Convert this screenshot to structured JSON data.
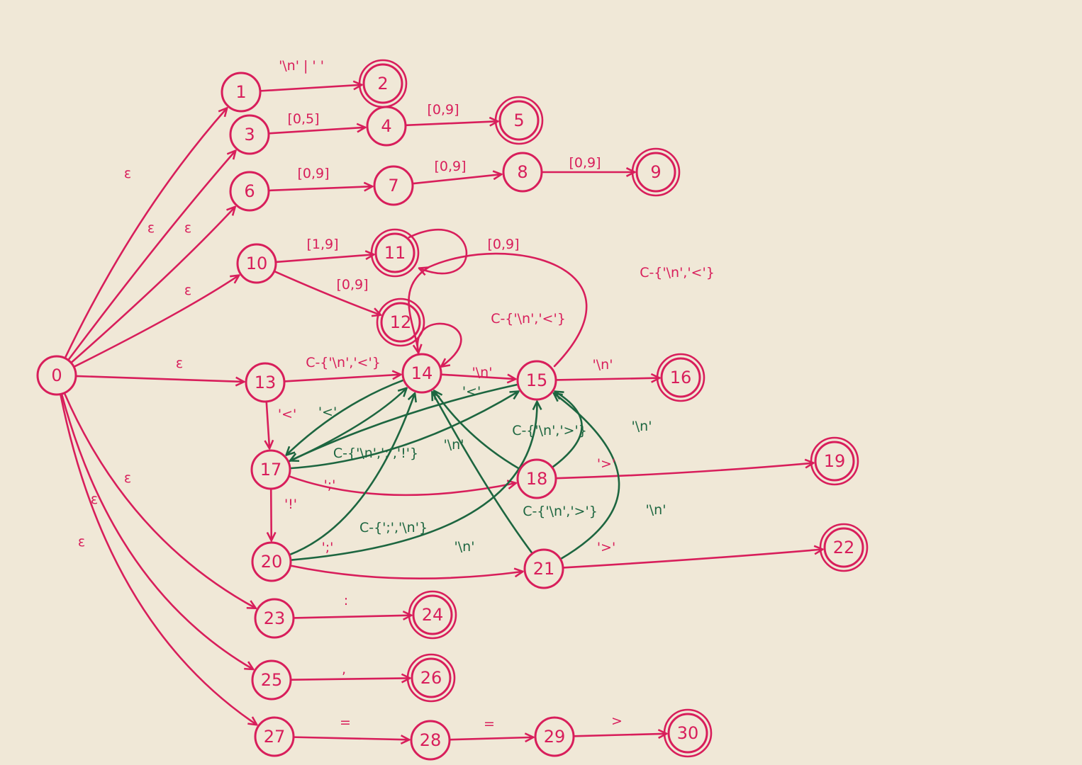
{
  "colors": {
    "background": "#f0e8d7",
    "nfa": "#d81e5b",
    "overlay": "#1d6640"
  },
  "states": [
    {
      "id": "0",
      "label": "0",
      "accepting": false
    },
    {
      "id": "1",
      "label": "1",
      "accepting": false
    },
    {
      "id": "2",
      "label": "2",
      "accepting": true
    },
    {
      "id": "3",
      "label": "3",
      "accepting": false
    },
    {
      "id": "4",
      "label": "4",
      "accepting": false
    },
    {
      "id": "5",
      "label": "5",
      "accepting": true
    },
    {
      "id": "6",
      "label": "6",
      "accepting": false
    },
    {
      "id": "7",
      "label": "7",
      "accepting": false
    },
    {
      "id": "8",
      "label": "8",
      "accepting": false
    },
    {
      "id": "9",
      "label": "9",
      "accepting": true
    },
    {
      "id": "10",
      "label": "10",
      "accepting": false
    },
    {
      "id": "11",
      "label": "11",
      "accepting": true
    },
    {
      "id": "12",
      "label": "12",
      "accepting": true
    },
    {
      "id": "13",
      "label": "13",
      "accepting": false
    },
    {
      "id": "14",
      "label": "14",
      "accepting": false
    },
    {
      "id": "15",
      "label": "15",
      "accepting": false
    },
    {
      "id": "16",
      "label": "16",
      "accepting": true
    },
    {
      "id": "17",
      "label": "17",
      "accepting": false
    },
    {
      "id": "18",
      "label": "18",
      "accepting": false
    },
    {
      "id": "19",
      "label": "19",
      "accepting": true
    },
    {
      "id": "20",
      "label": "20",
      "accepting": false
    },
    {
      "id": "21",
      "label": "21",
      "accepting": false
    },
    {
      "id": "22",
      "label": "22",
      "accepting": true
    },
    {
      "id": "23",
      "label": "23",
      "accepting": false
    },
    {
      "id": "24",
      "label": "24",
      "accepting": true
    },
    {
      "id": "25",
      "label": "25",
      "accepting": false
    },
    {
      "id": "26",
      "label": "26",
      "accepting": true
    },
    {
      "id": "27",
      "label": "27",
      "accepting": false
    },
    {
      "id": "28",
      "label": "28",
      "accepting": false
    },
    {
      "id": "29",
      "label": "29",
      "accepting": false
    },
    {
      "id": "30",
      "label": "30",
      "accepting": true
    }
  ],
  "transitions": [
    {
      "from": "0",
      "to": "1",
      "label": "ε"
    },
    {
      "from": "0",
      "to": "3",
      "label": "ε"
    },
    {
      "from": "0",
      "to": "6",
      "label": "ε"
    },
    {
      "from": "0",
      "to": "10",
      "label": "ε"
    },
    {
      "from": "0",
      "to": "13",
      "label": "ε"
    },
    {
      "from": "0",
      "to": "23",
      "label": "ε"
    },
    {
      "from": "0",
      "to": "25",
      "label": "ε"
    },
    {
      "from": "0",
      "to": "27",
      "label": "ε"
    },
    {
      "from": "1",
      "to": "2",
      "label": "'\\n' | ' '"
    },
    {
      "from": "3",
      "to": "4",
      "label": "[0,5]"
    },
    {
      "from": "4",
      "to": "5",
      "label": "[0,9]"
    },
    {
      "from": "6",
      "to": "7",
      "label": "[0,9]"
    },
    {
      "from": "7",
      "to": "8",
      "label": "[0,9]"
    },
    {
      "from": "8",
      "to": "9",
      "label": "[0,9]"
    },
    {
      "from": "10",
      "to": "11",
      "label": "[1,9]"
    },
    {
      "from": "11",
      "to": "11",
      "label": "[0,9]"
    },
    {
      "from": "10",
      "to": "12",
      "label": "[0,9]"
    },
    {
      "from": "13",
      "to": "14",
      "label": "C-{'\\n','<'}"
    },
    {
      "from": "14",
      "to": "14",
      "label": "C-{'\\n','<'}"
    },
    {
      "from": "14",
      "to": "15",
      "label": "'\\n'"
    },
    {
      "from": "15",
      "to": "14",
      "label": "C-{'\\n','<'}"
    },
    {
      "from": "15",
      "to": "16",
      "label": "'\\n'"
    },
    {
      "from": "13",
      "to": "17",
      "label": "'<'"
    },
    {
      "from": "17",
      "to": "20",
      "label": "'!'"
    },
    {
      "from": "17",
      "to": "18",
      "label": "';'"
    },
    {
      "from": "18",
      "to": "19",
      "label": "'>'"
    },
    {
      "from": "20",
      "to": "21",
      "label": "';'"
    },
    {
      "from": "21",
      "to": "22",
      "label": "'>'"
    },
    {
      "from": "23",
      "to": "24",
      "label": ":"
    },
    {
      "from": "25",
      "to": "26",
      "label": ","
    },
    {
      "from": "27",
      "to": "28",
      "label": "="
    },
    {
      "from": "28",
      "to": "29",
      "label": "="
    },
    {
      "from": "29",
      "to": "30",
      "label": ">"
    }
  ],
  "overlay_transitions": [
    {
      "from": "14",
      "to": "17",
      "label": "'<'"
    },
    {
      "from": "15",
      "to": "17",
      "label": "'<'"
    },
    {
      "from": "17",
      "to": "14",
      "label": "C-{'\\n',';','!'}"
    },
    {
      "from": "17",
      "to": "15",
      "label": "'\\n'"
    },
    {
      "from": "18",
      "to": "14",
      "label": "C-{'\\n','>'}"
    },
    {
      "from": "18",
      "to": "15",
      "label": "'\\n'"
    },
    {
      "from": "20",
      "to": "14",
      "label": "C-{';','\\n'}"
    },
    {
      "from": "20",
      "to": "15",
      "label": "'\\n'"
    },
    {
      "from": "21",
      "to": "14",
      "label": "C-{'\\n','>'}"
    },
    {
      "from": "21",
      "to": "15",
      "label": "'\\n'"
    }
  ]
}
